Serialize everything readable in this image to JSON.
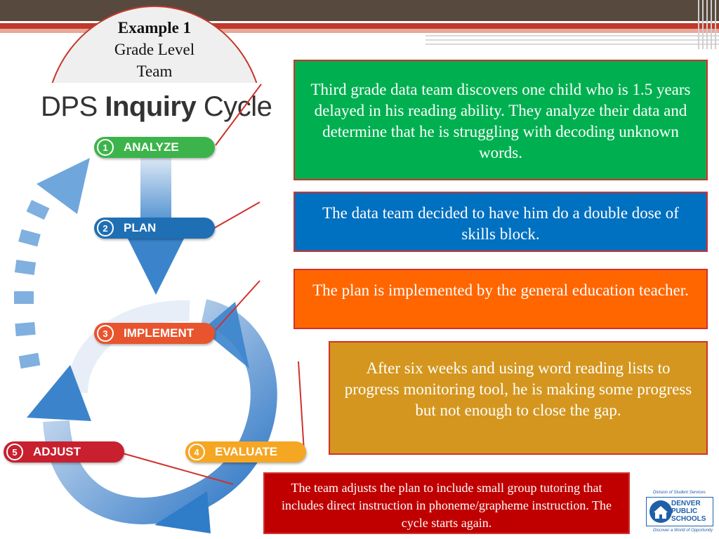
{
  "header": {
    "example": "Example 1",
    "subtitle_line1": "Grade Level",
    "subtitle_line2": "Team"
  },
  "diagram": {
    "title_prefix": "DPS ",
    "title_bold": "Inquiry",
    "title_suffix": " Cycle",
    "steps": [
      {
        "num": "1",
        "label": "ANALYZE",
        "color": "#3cb44b"
      },
      {
        "num": "2",
        "label": "PLAN",
        "color": "#1f6fb5"
      },
      {
        "num": "3",
        "label": "IMPLEMENT",
        "color": "#e8542d"
      },
      {
        "num": "4",
        "label": "EVALUATE",
        "color": "#f5a623"
      },
      {
        "num": "5",
        "label": "ADJUST",
        "color": "#c8202e"
      }
    ]
  },
  "boxes": {
    "analyze": "Third grade data team discovers one child who is 1.5 years delayed in his reading ability. They analyze their data and determine that he is struggling with decoding unknown words.",
    "plan": "The data team decided to have him do a double dose of skills block.",
    "implement": "The plan is implemented by the general education teacher.",
    "evaluate": "After six weeks and using word reading lists to progress monitoring tool, he is making some progress but not enough to close the gap.",
    "adjust": "The team adjusts the plan to include small group tutoring that includes direct instruction in phoneme/grapheme instruction. The cycle starts again."
  },
  "logo": {
    "tagline": "Division of Student Services",
    "line1": "DENVER",
    "line2": "PUBLIC",
    "line3": "SCHOOLS",
    "motto": "Discover a World of Opportunity"
  }
}
